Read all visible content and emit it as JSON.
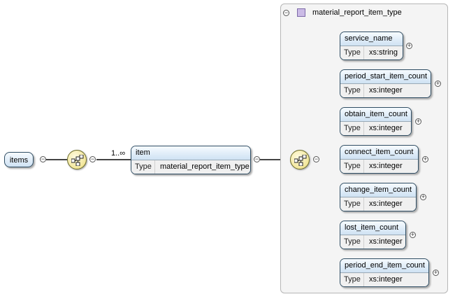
{
  "root_element": {
    "label": "items"
  },
  "item_element": {
    "name": "item",
    "type_key": "Type",
    "type_value": "material_report_item_type",
    "cardinality": "1..∞"
  },
  "type_group": {
    "title": "material_report_item_type"
  },
  "children": [
    {
      "name": "service_name",
      "type_key": "Type",
      "type_value": "xs:string"
    },
    {
      "name": "period_start_item_count",
      "type_key": "Type",
      "type_value": "xs:integer"
    },
    {
      "name": "obtain_item_count",
      "type_key": "Type",
      "type_value": "xs:integer"
    },
    {
      "name": "connect_item_count",
      "type_key": "Type",
      "type_value": "xs:integer"
    },
    {
      "name": "change_item_count",
      "type_key": "Type",
      "type_value": "xs:integer"
    },
    {
      "name": "lost_item_count",
      "type_key": "Type",
      "type_value": "xs:integer"
    },
    {
      "name": "period_end_item_count",
      "type_key": "Type",
      "type_value": "xs:integer"
    }
  ],
  "symbols": {
    "collapse": "−",
    "expand": "+"
  }
}
